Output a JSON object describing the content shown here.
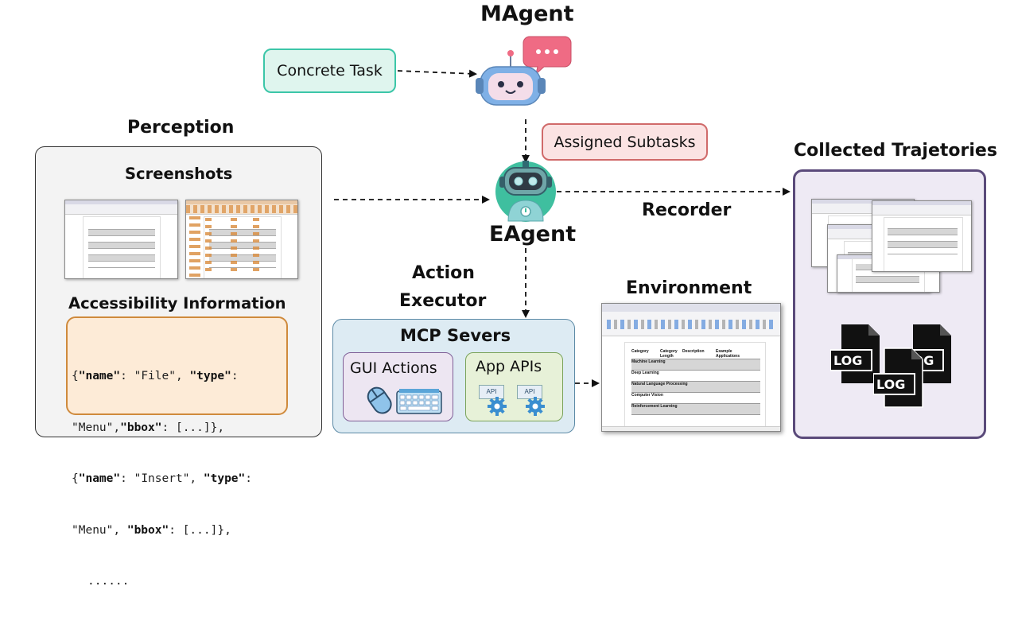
{
  "magent": {
    "title": "MAgent"
  },
  "task": {
    "label": "Concrete Task"
  },
  "subtasks": {
    "label": "Assigned Subtasks"
  },
  "eagent": {
    "title": "EAgent"
  },
  "perception": {
    "title": "Perception",
    "screenshots_label": "Screenshots",
    "accessibility_label": "Accessibility Information",
    "code_lines": [
      [
        "{",
        "\"name\"",
        ": \"File\", ",
        "\"type\"",
        ":"
      ],
      [
        "\"Menu\",",
        "\"bbox\"",
        ": [...]},",
        "",
        ""
      ],
      [
        "{",
        "\"name\"",
        ": \"Insert\", ",
        "\"type\"",
        ":"
      ],
      [
        "\"Menu\", ",
        "\"bbox\"",
        ": [...]},",
        "",
        ""
      ]
    ],
    "code_ellipsis": "......"
  },
  "recorder": {
    "label": "Recorder"
  },
  "action_executor": {
    "line1": "Action",
    "line2": "Executor"
  },
  "mcp": {
    "title": "MCP Severs",
    "gui_label": "GUI Actions",
    "app_label": "App APIs",
    "api_badge": "API"
  },
  "environment": {
    "title": "Environment",
    "table_headers": [
      "Category",
      "Category Length",
      "Description",
      "Example Applications"
    ],
    "table_rows": [
      "Machine Learning",
      "Deep Learning",
      "Natural Language Processing",
      "Computer Vision",
      "Reinforcement Learning"
    ]
  },
  "collected": {
    "title": "Collected Trajetories",
    "log_label": "LOG"
  },
  "colors": {
    "task_fill": "#dff5ee",
    "task_border": "#3cc6a8",
    "subtask_fill": "#fbe3e3",
    "subtask_border": "#d06a6a",
    "perception_fill": "#f3f3f3",
    "access_fill": "#fdebd7",
    "access_border": "#cf8a3c",
    "mcp_fill": "#ddebf3",
    "mcp_border": "#5c8aa6",
    "gui_fill": "#ede6f2",
    "gui_border": "#7f5f97",
    "app_fill": "#e7f1d8",
    "app_border": "#7aa35a",
    "collected_fill": "#eeeaf4",
    "collected_border": "#5a4a7a"
  }
}
